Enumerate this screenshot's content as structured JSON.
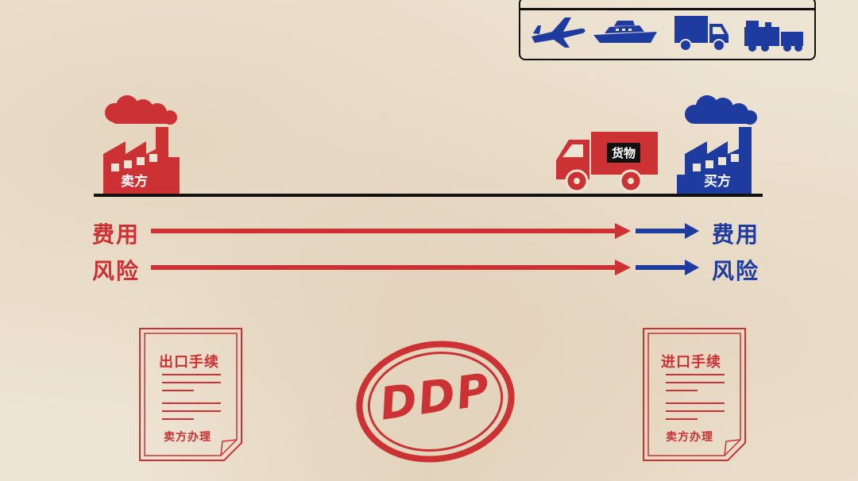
{
  "transport_icons": [
    "airplane-icon",
    "ship-icon",
    "truck-icon",
    "train-icon"
  ],
  "seller": {
    "label": "卖方"
  },
  "buyer": {
    "label": "买方"
  },
  "cargo": {
    "label": "货物"
  },
  "flows": [
    {
      "left_label": "费用",
      "right_label": "费用"
    },
    {
      "left_label": "风险",
      "right_label": "风险"
    }
  ],
  "export_doc": {
    "title": "出口手续",
    "handler": "卖方办理"
  },
  "import_doc": {
    "title": "进口手续",
    "handler": "卖方办理"
  },
  "stamp": {
    "text": "DDP"
  },
  "colors": {
    "seller_red": "#cc3133",
    "buyer_blue": "#1e3ba0",
    "ink": "#111111"
  }
}
